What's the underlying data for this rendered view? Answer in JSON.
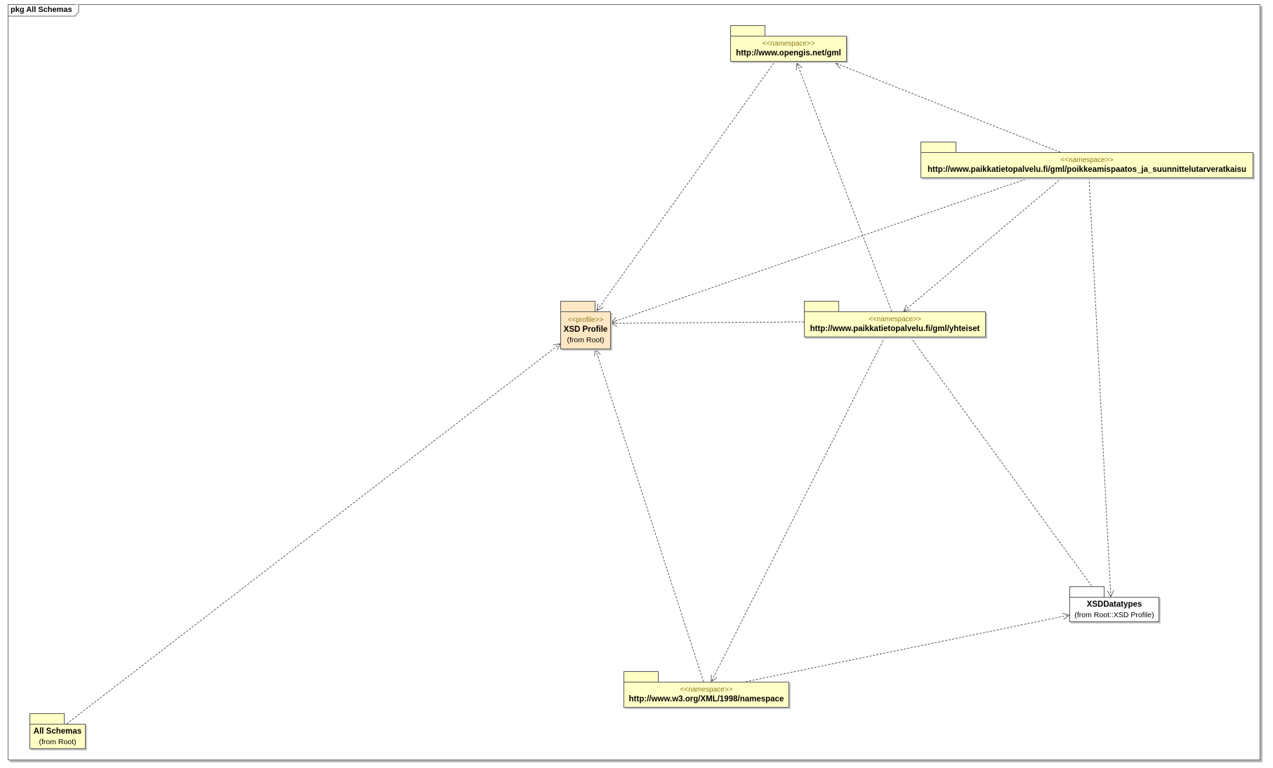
{
  "frame": {
    "label": "pkg All Schemas"
  },
  "packages": [
    {
      "id": "gml",
      "stereotype": "<<namespace>>",
      "name": "http://www.opengis.net/gml",
      "origin": ""
    },
    {
      "id": "poikkeamis",
      "stereotype": "<<namespace>>",
      "name": "http://www.paikkatietopalvelu.fi/gml/poikkeamispaatos_ja_suunnittelutarveratkaisu",
      "origin": ""
    },
    {
      "id": "xsdprofile",
      "stereotype": "<<profile>>",
      "name": "XSD Profile",
      "origin": "(from Root)"
    },
    {
      "id": "yhteiset",
      "stereotype": "<<namespace>>",
      "name": "http://www.paikkatietopalvelu.fi/gml/yhteiset",
      "origin": ""
    },
    {
      "id": "xsddatatypes",
      "stereotype": "",
      "name": "XSDDatatypes",
      "origin": "(from Root::XSD Profile)"
    },
    {
      "id": "w3xml",
      "stereotype": "<<namespace>>",
      "name": "http://www.w3.org/XML/1998/namespace",
      "origin": ""
    },
    {
      "id": "allschemas",
      "stereotype": "",
      "name": "All Schemas",
      "origin": "(from Root)"
    }
  ],
  "dependencies": [
    {
      "from": "gml",
      "to": "xsdprofile"
    },
    {
      "from": "poikkeamis",
      "to": "gml"
    },
    {
      "from": "poikkeamis",
      "to": "xsdprofile"
    },
    {
      "from": "poikkeamis",
      "to": "yhteiset"
    },
    {
      "from": "poikkeamis",
      "to": "xsddatatypes"
    },
    {
      "from": "yhteiset",
      "to": "gml"
    },
    {
      "from": "yhteiset",
      "to": "xsdprofile"
    },
    {
      "from": "yhteiset",
      "to": "w3xml"
    },
    {
      "from": "yhteiset",
      "to": "xsddatatypes"
    },
    {
      "from": "w3xml",
      "to": "xsdprofile"
    },
    {
      "from": "w3xml",
      "to": "xsddatatypes"
    },
    {
      "from": "allschemas",
      "to": "xsdprofile"
    }
  ],
  "colors": {
    "namespace_fill": "#ffffc6",
    "profile_fill": "#ffe7c4",
    "datatypes_fill": "#ffffff",
    "stereotype_text": "#8a7a1a",
    "line": "#555555"
  }
}
